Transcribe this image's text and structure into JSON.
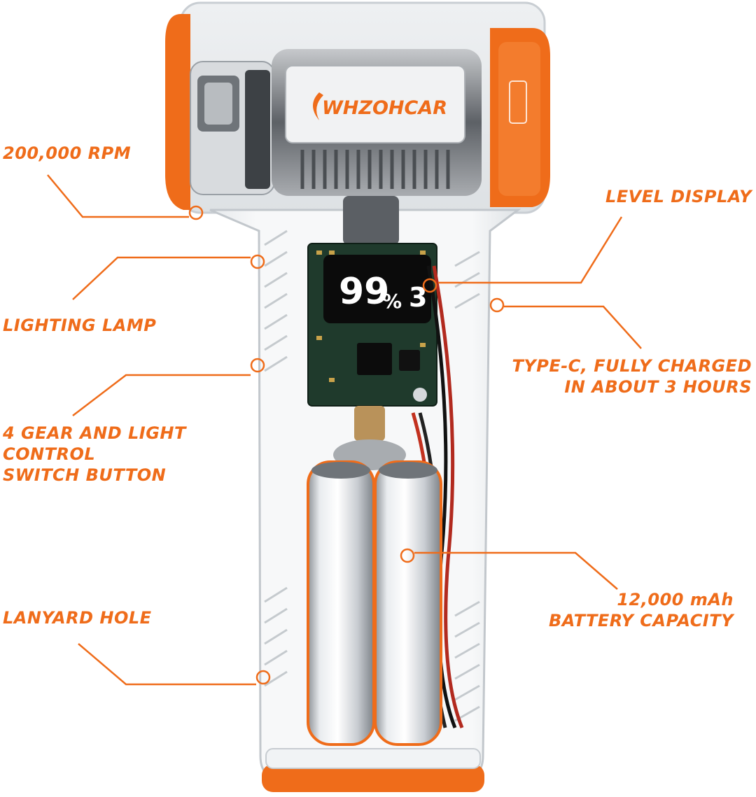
{
  "brand": {
    "name": "WHZOHCAR",
    "accent_color": "#ef6c1a"
  },
  "display": {
    "percent": "99",
    "percent_sign": "%",
    "gear": "3"
  },
  "callouts": {
    "rpm": "200,000 RPM",
    "lighting_lamp": "LIGHTING LAMP",
    "switch_line1": "4 GEAR AND LIGHT",
    "switch_line2": "CONTROL",
    "switch_line3": "SWITCH BUTTON",
    "lanyard_hole": "LANYARD HOLE",
    "level_display": "LEVEL DISPLAY",
    "typec_line1": "TYPE-C, FULLY CHARGED",
    "typec_line2": "IN ABOUT 3 HOURS",
    "capacity_line1": "12,000 mAh",
    "capacity_line2": "BATTERY CAPACITY"
  }
}
